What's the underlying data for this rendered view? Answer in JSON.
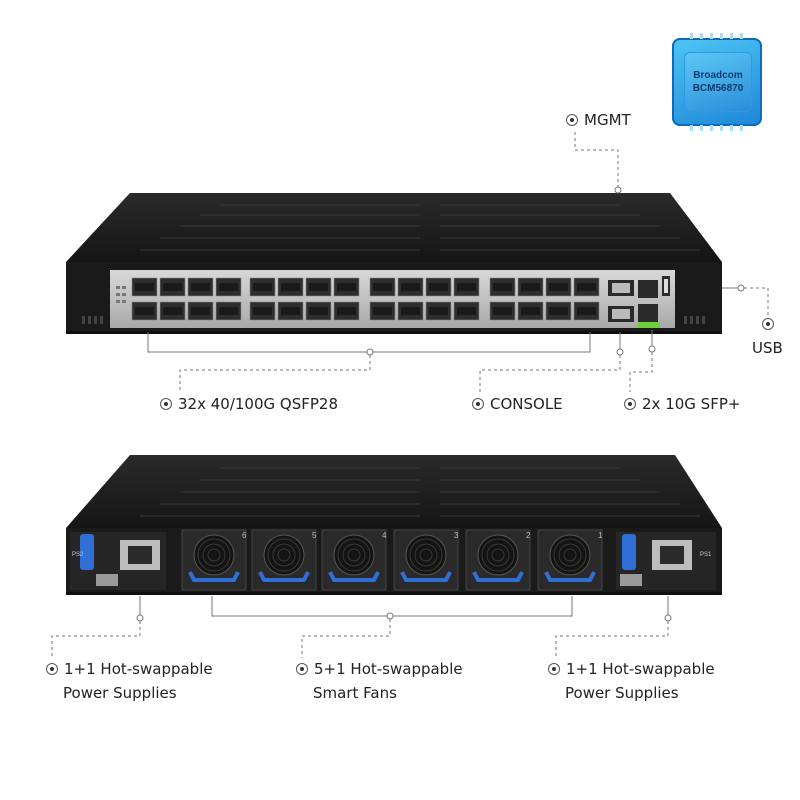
{
  "chip": {
    "brand": "Broadcom",
    "model": "BCM56870"
  },
  "front_labels": {
    "mgmt": "MGMT",
    "usb": "USB",
    "qsfp": "32x 40/100G QSFP28",
    "console": "CONSOLE",
    "sfp": "2x 10G SFP+"
  },
  "rear_labels": {
    "psu_left": {
      "line1": "1+1 Hot-swappable",
      "line2": "Power Supplies"
    },
    "fans": {
      "line1": "5+1 Hot-swappable",
      "line2": "Smart Fans"
    },
    "psu_right": {
      "line1": "1+1 Hot-swappable",
      "line2": "Power Supplies"
    }
  },
  "fan_numbers": [
    "6",
    "5",
    "4",
    "3",
    "2",
    "1"
  ],
  "psu_labels": {
    "left": "PS2",
    "right": "PS1"
  },
  "colors": {
    "chassis": "#1d1d1d",
    "fan_handle": "#2f6fd6",
    "port_panel": "#c9c9c9",
    "sfp_led": "#6fcf3a"
  }
}
